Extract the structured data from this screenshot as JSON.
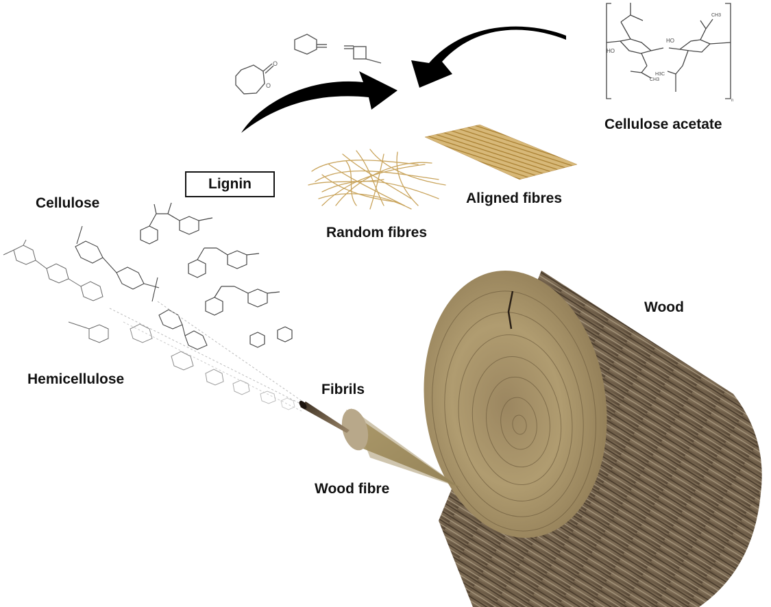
{
  "figure": {
    "labels": {
      "cellulose_acetate": "Cellulose acetate",
      "lignin": "Lignin",
      "cellulose": "Cellulose",
      "hemicellulose": "Hemicellulose",
      "random_fibres": "Random fibres",
      "aligned_fibres": "Aligned fibres",
      "fibrils": "Fibrils",
      "wood_fibre": "Wood fibre",
      "wood": "Wood"
    },
    "molecule_atoms": {
      "oxygen": "O",
      "hydroxyl": "HO",
      "methyl": "CH3",
      "methyl_left": "H3C",
      "repeat_subscript": "n"
    },
    "colors": {
      "text": "#111111",
      "arrow": "#000000",
      "structure_line": "#555555",
      "fibre_gold": "#c9a45c",
      "wood_face": "#a89466",
      "bark_dark": "#5a4a38",
      "bark_light": "#9b8a70"
    }
  }
}
